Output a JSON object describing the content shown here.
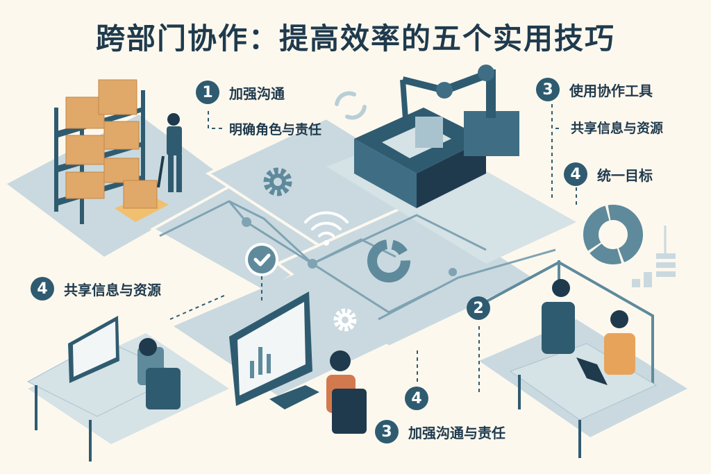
{
  "title": "跨部门协作：提高效率的五个实用技巧",
  "colors": {
    "background": "#FDF8EE",
    "badge": "#2F5B70",
    "text": "#1F3A4D",
    "floor": "#C9D9DF",
    "dark_blue": "#2F5B70",
    "box_orange": "#E0A869",
    "shirt_orange": "#E8A35A",
    "shirt_rust": "#D27A4E"
  },
  "tips": [
    {
      "number": "1",
      "label": "加强沟通",
      "sub": "明确角色与责任"
    },
    {
      "number": "3",
      "label": "使用协作工具",
      "sub": "共享信息与资源"
    },
    {
      "number": "4",
      "label": "统一目标"
    },
    {
      "number": "4",
      "label": "共享信息与资源"
    },
    {
      "number": "2",
      "label": ""
    },
    {
      "number": "4",
      "label": ""
    },
    {
      "number": "3",
      "label": "加强沟通与责任"
    }
  ],
  "scenes": {
    "warehouse": "warehouse-shelves-with-worker",
    "factory": "robotic-arm-conveyor",
    "desk_left": "man-at-computer",
    "desk_center": "woman-at-computer-with-chart",
    "meeting": "two-people-meeting-with-laptop"
  },
  "icons": [
    "gear-icon",
    "wifi-icon",
    "check-icon",
    "pie-chart-icon",
    "gear-icon",
    "donut-chart-icon",
    "bar-chart-icon",
    "handshake-icon"
  ]
}
